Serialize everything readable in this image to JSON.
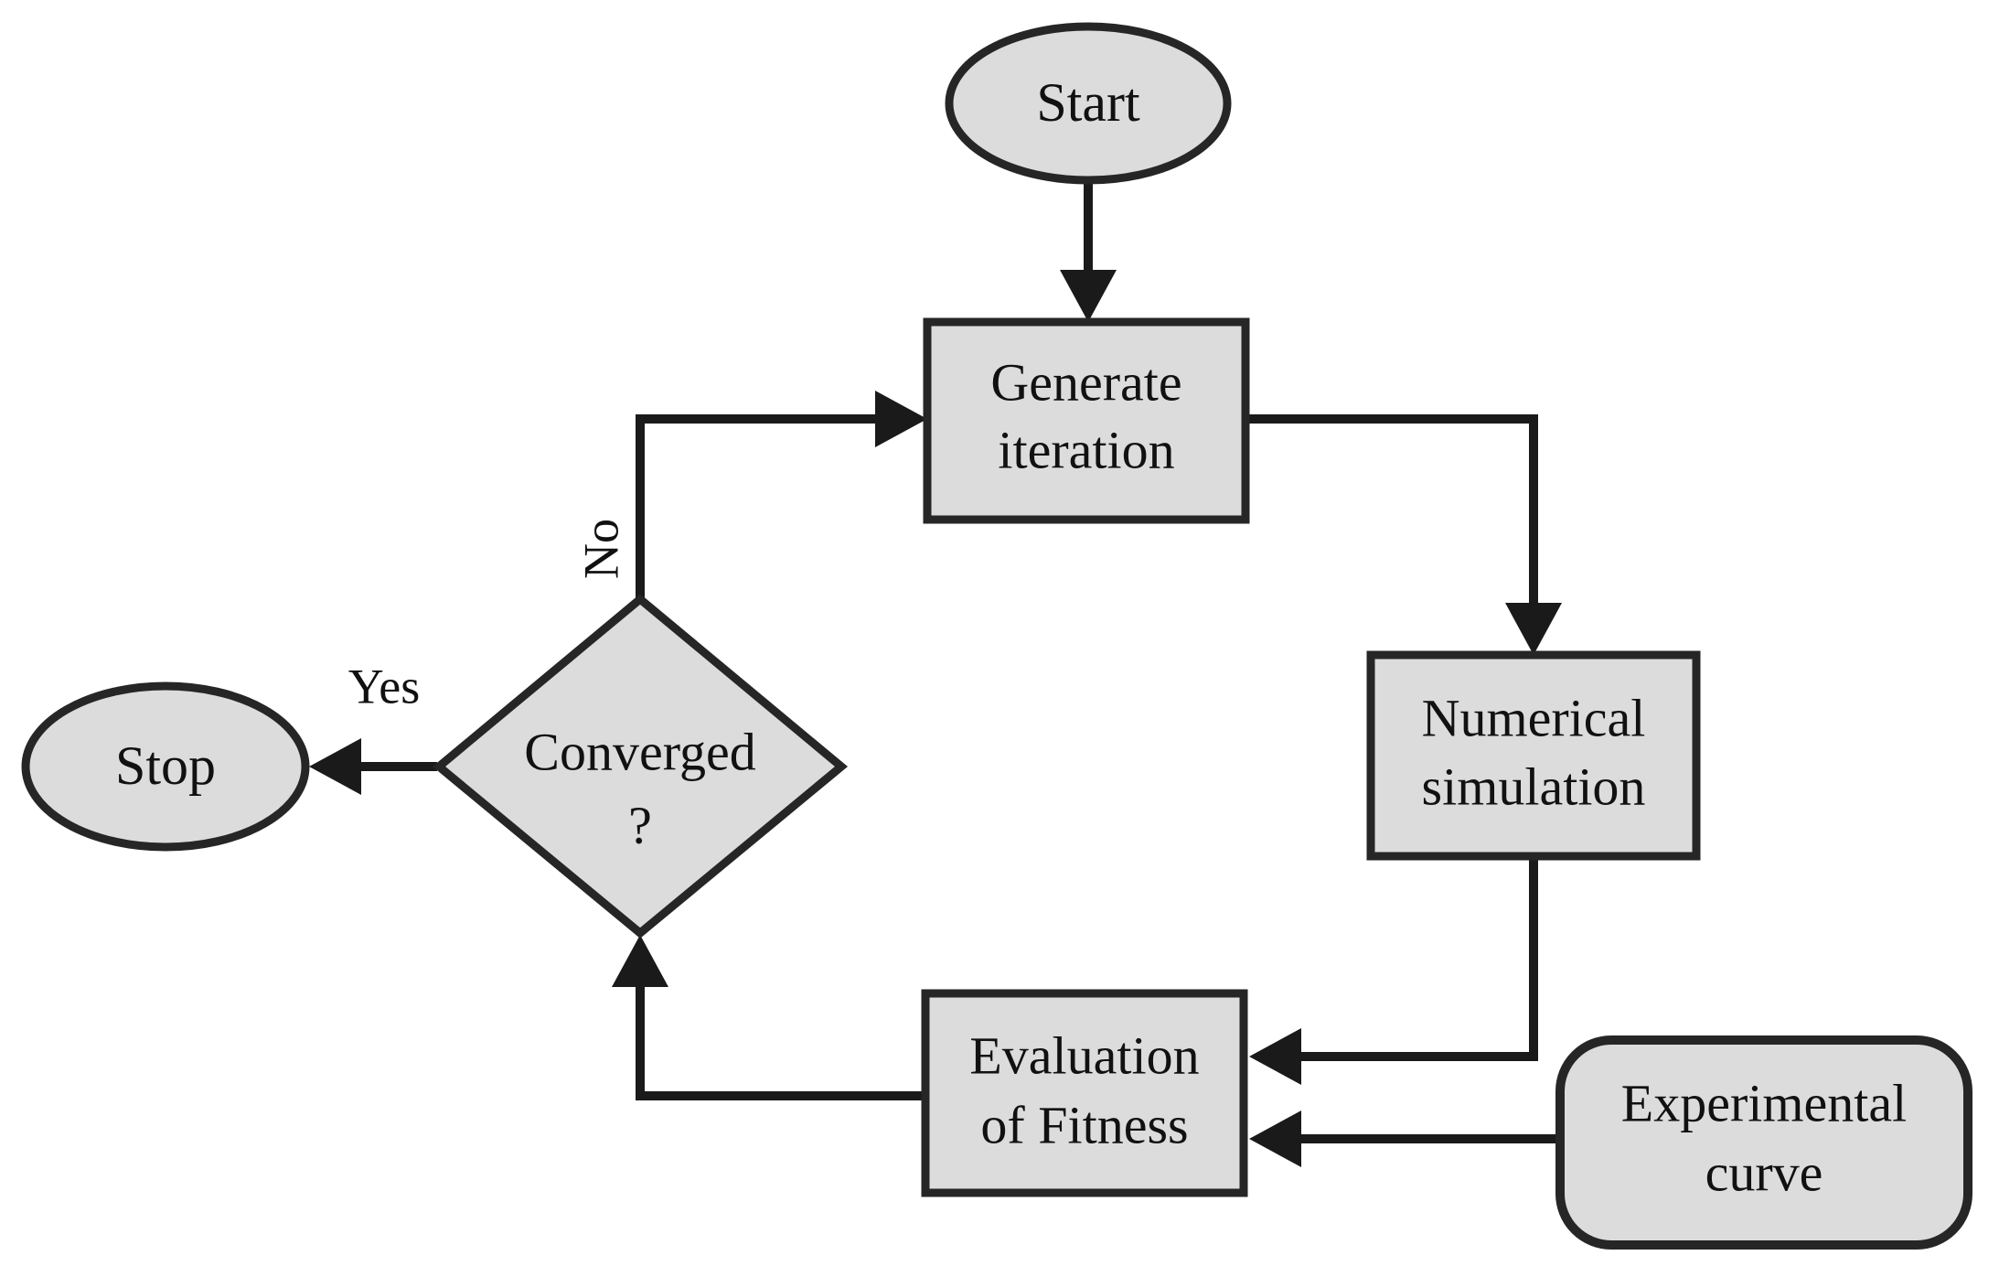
{
  "diagram": {
    "title": "Inverse identification optimization loop flowchart",
    "type": "flowchart",
    "background_color": "#ffffff",
    "node_fill_color": "#dcdcdc",
    "node_stroke_color": "#262626",
    "edge_color": "#1a1a1a",
    "text_color": "#111111"
  },
  "nodes": {
    "start": {
      "label": "Start",
      "shape": "ellipse"
    },
    "generate_iteration": {
      "label_line1": "Generate",
      "label_line2": "iteration",
      "shape": "rectangle"
    },
    "numerical_simulation": {
      "label_line1": "Numerical",
      "label_line2": "simulation",
      "shape": "rectangle"
    },
    "experimental_curve": {
      "label_line1": "Experimental",
      "label_line2": "curve",
      "shape": "rounded-rectangle"
    },
    "evaluation_of_fitness": {
      "label_line1": "Evaluation",
      "label_line2": "of Fitness",
      "shape": "rectangle"
    },
    "converged": {
      "label_line1": "Converged",
      "label_line2": "?",
      "shape": "diamond"
    },
    "stop": {
      "label": "Stop",
      "shape": "ellipse"
    }
  },
  "edges": {
    "start_to_generate": {
      "label": ""
    },
    "generate_to_numerical": {
      "label": ""
    },
    "numerical_to_evaluation": {
      "label": ""
    },
    "experimental_to_evaluation": {
      "label": ""
    },
    "evaluation_to_converged": {
      "label": ""
    },
    "converged_to_stop": {
      "label": "Yes"
    },
    "converged_to_generate": {
      "label": "No"
    }
  }
}
